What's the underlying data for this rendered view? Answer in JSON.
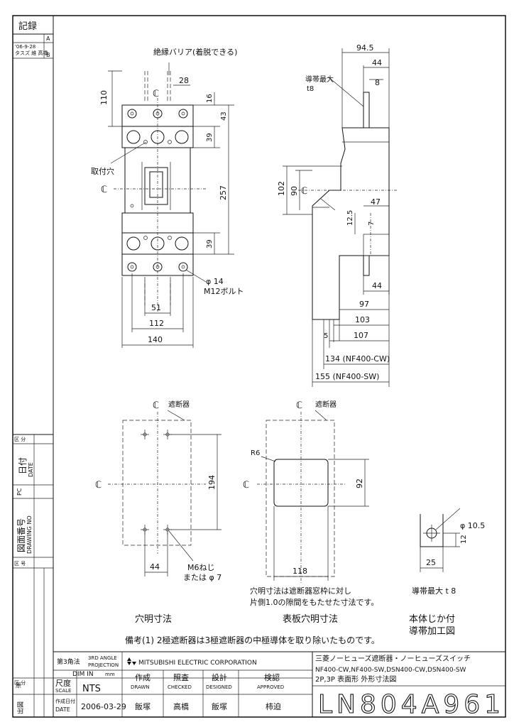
{
  "record": {
    "title": "記録",
    "rev_a": "A",
    "rev_b": "B",
    "rev_date": "'06-9-28",
    "rev_sign": "タスズ 維 高橋"
  },
  "left_column": {
    "date_label_jp": "日付",
    "date_label_en": "DATE",
    "pc_label": "PC",
    "drawing_no_jp": "図面番号",
    "drawing_no_en": "DRAWING NO",
    "small_label_1": "区 分",
    "small_label_2": "区 号",
    "small_label_3": "区 分"
  },
  "front_view": {
    "barrier_note": "絶縁バリア(着脱できる)",
    "mount_hole": "取付穴",
    "bolt_note_1": "φ 14",
    "bolt_note_2": "M12ボルト",
    "dim_110": "110",
    "dim_28": "28",
    "dim_16": "16",
    "dim_43": "43",
    "dim_39_top": "39",
    "dim_257": "257",
    "dim_39_bottom": "39",
    "dim_51": "51",
    "dim_112": "112",
    "dim_140": "140",
    "cl": "ℂ"
  },
  "side_view": {
    "conductor_max": "導帯最大",
    "conductor_t": "t8",
    "dim_94_5": "94.5",
    "dim_44_top": "44",
    "dim_8": "8",
    "dim_102": "102",
    "dim_90": "90",
    "dim_47": "47",
    "dim_12_5": "12.5",
    "dim_7": "7",
    "dim_44_bottom": "44",
    "dim_97": "97",
    "dim_103": "103",
    "dim_5": "5",
    "dim_107": "107",
    "dim_134": "134 (NF400-CW)",
    "dim_155": "155 (NF400-SW)",
    "cl": "ℂ"
  },
  "hole_view": {
    "cl_top": "ℂ",
    "breaker_label": "遮断器",
    "cl_side": "ℂ",
    "dim_194": "194",
    "dim_44": "44",
    "screw_1": "M6ねじ",
    "screw_2": "または φ 7",
    "caption": "穴明寸法"
  },
  "panel_view": {
    "cl_top": "ℂ",
    "breaker_label": "遮断器",
    "cl_side": "ℂ",
    "r6": "R6",
    "dim_92": "92",
    "dim_118": "118",
    "note_1": "穴明寸法は遮断器窓枠に対し",
    "note_2": "片側1.0の隙間をもたせた寸法です。",
    "caption": "表板穴明寸法"
  },
  "conductor_view": {
    "phi": "φ 10.5",
    "dim_12": "12",
    "dim_25": "25",
    "note": "導帯最大 t 8",
    "caption_1": "本体じか付",
    "caption_2": "導帯加工図"
  },
  "remark": "備考(1) 2極遮断器は3極遮断器の中極導体を取り除いたものです。",
  "title_block": {
    "projection_jp": "第3角法",
    "projection_en_1": "3RD ANGLE",
    "projection_en_2": "PROJECTION",
    "company": "MITSUBISHI ELECTRIC CORPORATION",
    "dim_in": "DIM IN",
    "dim_unit": "mm",
    "scale_jp": "尺度",
    "scale_en": "SCALE",
    "scale_value": "NTS",
    "date_jp": "作成日付",
    "date_en": "DATE",
    "date_value": "2006-03-29",
    "drawn_jp": "作成",
    "drawn_en": "DRAWN",
    "checked_jp": "照査",
    "checked_en": "CHECKED",
    "designed_jp": "設計",
    "designed_en": "DESIGNED",
    "approved_jp": "検認",
    "approved_en": "APPROVED",
    "drawn_by": "飯塚",
    "checked_by": "高橋",
    "designed_by": "飯塚",
    "approved_by": "柿迫",
    "title_1": "三菱ノーヒューズ遮断器・ノーヒューズスイッチ",
    "title_2": "NF400-CW,NF400-SW,DSN400-CW,DSN400-SW",
    "title_3": "2P,3P 表面形 外形寸法図",
    "drawing_number": "LN804A961",
    "side_1": "原",
    "side_2": "出図"
  }
}
